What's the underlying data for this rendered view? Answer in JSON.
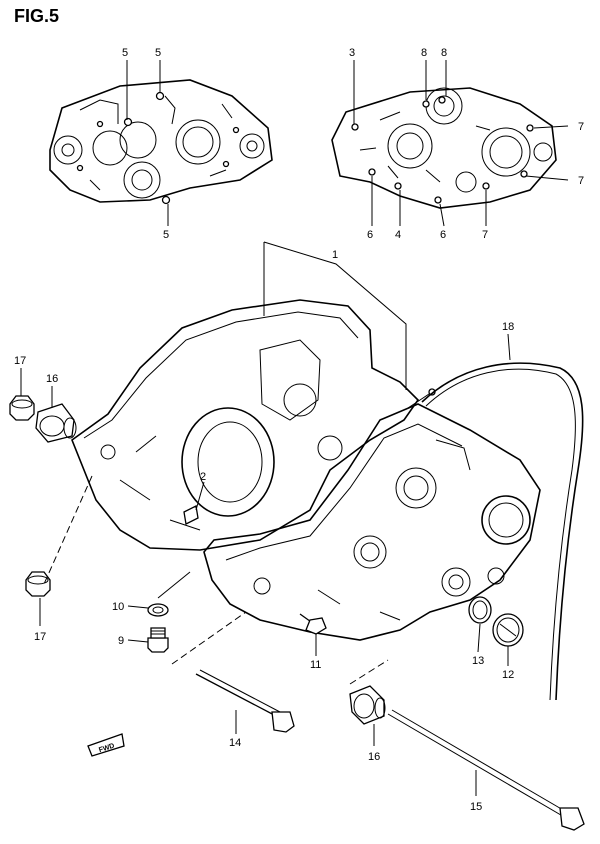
{
  "figure": {
    "title": "FIG.5"
  },
  "fwd_label": "FWD",
  "callouts": {
    "c1": "1",
    "c2": "2",
    "c3": "3",
    "c4": "4",
    "c5a": "5",
    "c5b": "5",
    "c5c": "5",
    "c6a": "6",
    "c6b": "6",
    "c7a": "7",
    "c7b": "7",
    "c7c": "7",
    "c8a": "8",
    "c8b": "8",
    "c9": "9",
    "c10": "10",
    "c11": "11",
    "c12": "12",
    "c13": "13",
    "c14": "14",
    "c15": "15",
    "c16a": "16",
    "c16b": "16",
    "c17a": "17",
    "c17b": "17",
    "c18": "18"
  }
}
